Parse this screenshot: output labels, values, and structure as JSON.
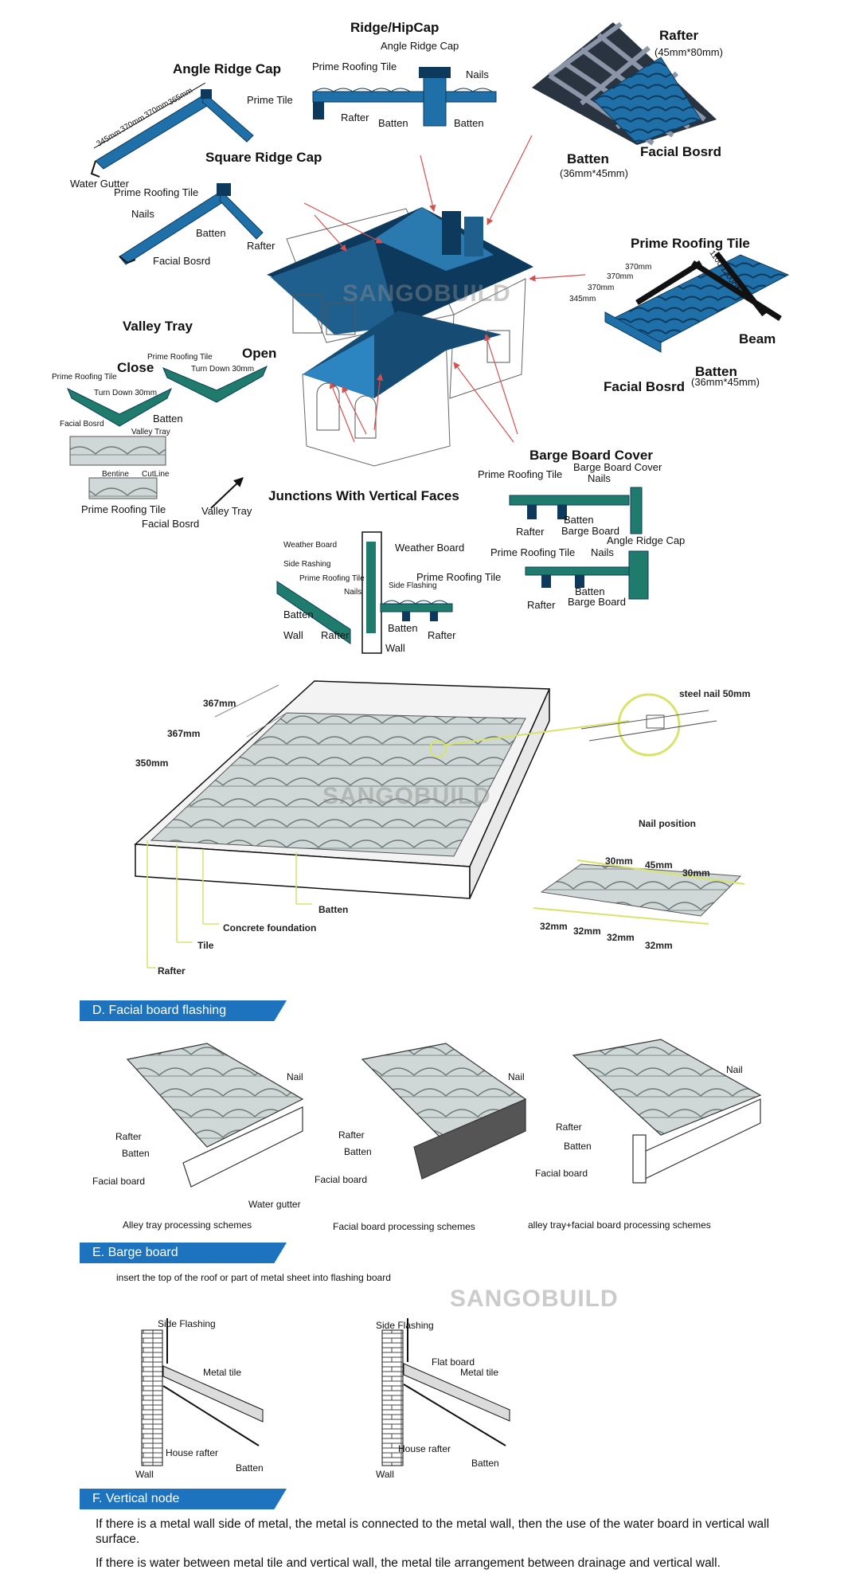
{
  "colors": {
    "tile": "#1f6fa8",
    "tile_dark": "#0d3a5c",
    "green": "#1f7b6b",
    "banner": "#1e73be",
    "highlight": "#d9e36a",
    "pointer": "#d45050"
  },
  "watermark": "SANGOBUILD",
  "top": {
    "ridge_hipcap": {
      "title": "Ridge/HipCap",
      "angle_ridge_cap": "Angle Ridge Cap",
      "prime_tile": "Prime Roofing Tile",
      "nails": "Nails",
      "rafter": "Rafter",
      "batten1": "Batten",
      "batten2": "Batten"
    },
    "angle_ridge_cap": {
      "title": "Angle Ridge Cap",
      "prime_tile": "Prime Tile",
      "water_gutter": "Water Gutter",
      "dims": [
        "345mm",
        "370mm",
        "370mm",
        "365mm"
      ]
    },
    "square_ridge_cap": {
      "title": "Square Ridge Cap",
      "prime_tile": "Prime Roofing Tile",
      "nails": "Nails",
      "batten": "Batten",
      "rafter": "Rafter",
      "facial": "Facial Bosrd"
    },
    "rafter_frame": {
      "rafter": "Rafter",
      "rafter_dim": "(45mm*80mm)",
      "batten": "Batten",
      "batten_dim": "(36mm*45mm)",
      "facial": "Facial Bosrd"
    },
    "prime_roofing_tile": {
      "title": "Prime Roofing Tile",
      "dims": [
        "370mm",
        "370mm",
        "370mm",
        "345mm"
      ],
      "spacing": "1100-1200cm",
      "beam": "Beam",
      "batten": "Batten",
      "batten_dim": "(36mm*45mm)",
      "facial": "Facial Bosrd"
    },
    "valley_tray": {
      "title": "Valley Tray",
      "close": "Close",
      "open": "Open",
      "prime_tile_close": "Prime Roofing Tile",
      "turn_down_close": "Turn Down 30mm",
      "prime_tile_open": "Prime Roofing Tile",
      "turn_down_open": "Turn Down 30mm",
      "facial_close": "Facial Bosrd",
      "batten": "Batten",
      "valley_tray_label": "Valley Tray",
      "bentine": "Bentine",
      "cutline": "CutLine",
      "prime_tile_bottom": "Prime Roofing Tile",
      "facial_bottom": "Facial Bosrd",
      "valley_tray_bottom": "Valley Tray"
    },
    "junctions": {
      "title": "Junctions With Vertical Faces",
      "weather_board_small": "Weather Board",
      "side_rashing": "Side Rashing",
      "prime_tile_small": "Prime Roofing Tile",
      "nails": "Nails",
      "batten_left": "Batten",
      "wall_left": "Wall",
      "rafter_left": "Rafter",
      "weather_board": "Weather Board",
      "side_flashing": "Side Flashing",
      "prime_tile": "Prime Roofing Tile",
      "batten": "Batten",
      "rafter": "Rafter",
      "wall": "Wall"
    },
    "barge_board_cover": {
      "title": "Barge Board Cover",
      "prime_tile1": "Prime Roofing Tile",
      "cover_label": "Barge Board Cover",
      "nails1": "Nails",
      "rafter1": "Rafter",
      "batten1": "Batten",
      "barge_board1": "Barge Board",
      "angle_ridge_cap": "Angle Ridge Cap",
      "prime_tile2": "Prime Roofing Tile",
      "nails2": "Nails",
      "batten2": "Batten",
      "rafter2": "Rafter",
      "barge_board2": "Barge Board"
    }
  },
  "install": {
    "dims": [
      "367mm",
      "367mm",
      "350mm"
    ],
    "steel_nail": "steel nail 50mm",
    "batten": "Batten",
    "concrete": "Concrete foundation",
    "tile": "Tile",
    "rafter": "Rafter",
    "nail_position": "Nail position",
    "nail_dims_top": [
      "30mm",
      "45mm",
      "30mm"
    ],
    "nail_dims_bottom": [
      "32mm",
      "32mm",
      "32mm",
      "32mm"
    ]
  },
  "section_d": {
    "banner": "D. Facial board  flashing",
    "diagrams": [
      {
        "nail": "Nail",
        "rafter": "Rafter",
        "batten": "Batten",
        "facial": "Facial board",
        "extra": "Water gutter",
        "caption": "Alley tray processing schemes"
      },
      {
        "nail": "Nail",
        "rafter": "Rafter",
        "batten": "Batten",
        "facial": "Facial board",
        "extra": "",
        "caption": "Facial board processing schemes"
      },
      {
        "nail": "Nail",
        "rafter": "Rafter",
        "batten": "Batten",
        "facial": "Facial board",
        "extra": "",
        "caption": "alley tray+facial board processing schemes"
      }
    ]
  },
  "section_e": {
    "banner": "E. Barge board",
    "subtitle": "insert the top of the roof or part of metal sheet into flashing board",
    "left": {
      "side_flashing": "Side Flashing",
      "metal_tile": "Metal tile",
      "house_rafter": "House rafter",
      "batten": "Batten",
      "wall": "Wall"
    },
    "right": {
      "side_flashing": "Side Flashing",
      "flat_board": "Flat board",
      "metal_tile": "Metal tile",
      "house_rafter": "House rafter",
      "batten": "Batten",
      "wall": "Wall"
    }
  },
  "section_f": {
    "banner": "F. Vertical node",
    "p1": "If there is a metal wall side of metal, the metal is connected to the metal wall, then the use of the water board in vertical wall surface.",
    "p2": "If there is water between metal tile and vertical wall, the metal tile arrangement between drainage and vertical wall."
  }
}
